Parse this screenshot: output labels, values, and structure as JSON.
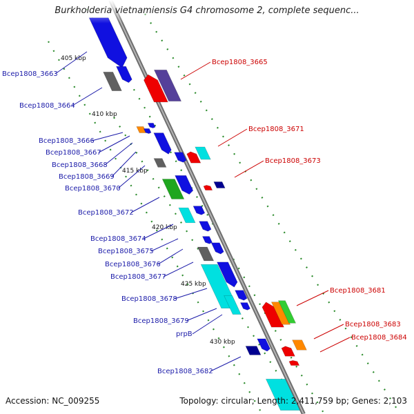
{
  "title": "Burkholderia vietnamiensis G4 chromosome 2, complete sequenc...",
  "footer": {
    "accession": "Accession: NC_009255",
    "stats": "Topology: circular; Length: 2,411,759 bp; Genes: 2,103"
  },
  "colors": {
    "left_labels": "#1a1aa8",
    "right_labels": "#cc0000",
    "backbone": "#8a8a8a",
    "tick": "#2a8a2a"
  },
  "scale": {
    "unit": "kbp",
    "ticks": [
      "405 kbp",
      "410 kbp",
      "415 kbp",
      "420 kbp",
      "425 kbp",
      "430 kbp"
    ]
  },
  "genes_left": [
    {
      "label": "Bcep1808_3663"
    },
    {
      "label": "Bcep1808_3664"
    },
    {
      "label": "Bcep1808_3666"
    },
    {
      "label": "Bcep1808_3667"
    },
    {
      "label": "Bcep1808_3668"
    },
    {
      "label": "Bcep1808_3669"
    },
    {
      "label": "Bcep1808_3670"
    },
    {
      "label": "Bcep1808_3672"
    },
    {
      "label": "Bcep1808_3674"
    },
    {
      "label": "Bcep1808_3675"
    },
    {
      "label": "Bcep1808_3676"
    },
    {
      "label": "Bcep1808_3677"
    },
    {
      "label": "Bcep1808_3678"
    },
    {
      "label": "Bcep1808_3679"
    },
    {
      "label": "prpB"
    },
    {
      "label": "Bcep1808_3682"
    }
  ],
  "genes_right": [
    {
      "label": "Bcep1808_3665"
    },
    {
      "label": "Bcep1808_3671"
    },
    {
      "label": "Bcep1808_3673"
    },
    {
      "label": "Bcep1808_3681"
    },
    {
      "label": "Bcep1808_3683"
    },
    {
      "label": "Bcep1808_3684"
    }
  ]
}
